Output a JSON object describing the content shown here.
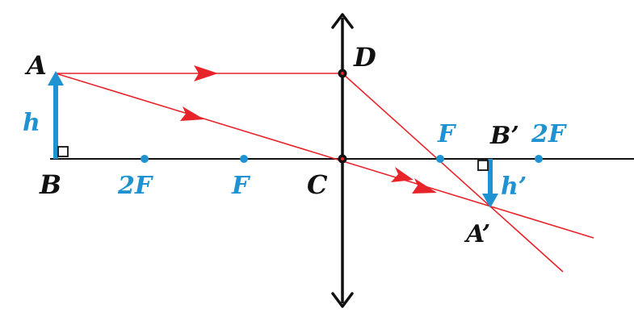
{
  "labels": {
    "A": "A",
    "B": "B",
    "C": "C",
    "D": "D",
    "h": "h",
    "two_f_left": "2F",
    "f_left": "F",
    "f_right": "F",
    "b_prime": "B’",
    "two_f_right": "2F",
    "h_prime": "h’",
    "a_prime": "A’"
  },
  "colors": {
    "ray": "#e8242b",
    "blue": "#1f93d2",
    "black": "#111111"
  }
}
